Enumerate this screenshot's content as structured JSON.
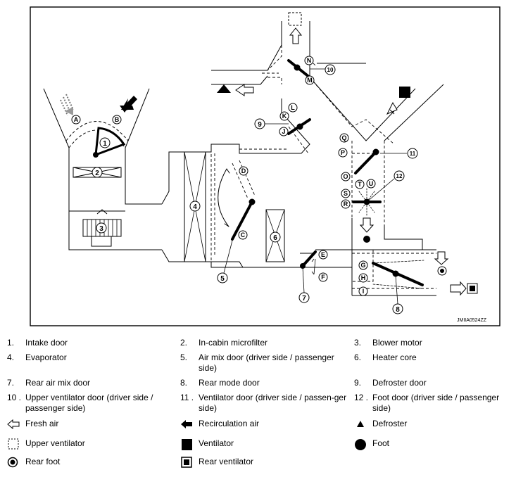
{
  "diagram": {
    "code": "JMIIA0524ZZ",
    "letters": [
      "A",
      "B",
      "C",
      "D",
      "E",
      "F",
      "G",
      "H",
      "I",
      "J",
      "K",
      "L",
      "M",
      "N",
      "O",
      "P",
      "Q",
      "R",
      "S",
      "T",
      "U"
    ],
    "numbers": [
      "1",
      "2",
      "3",
      "4",
      "5",
      "6",
      "7",
      "8",
      "9",
      "10",
      "11",
      "12"
    ]
  },
  "legend": {
    "parts": [
      {
        "num": "1.",
        "label": "Intake door"
      },
      {
        "num": "2.",
        "label": "In-cabin microfilter"
      },
      {
        "num": "3.",
        "label": "Blower motor"
      },
      {
        "num": "4.",
        "label": "Evaporator"
      },
      {
        "num": "5.",
        "label": "Air mix door (driver side / passenger side)"
      },
      {
        "num": "6.",
        "label": "Heater core"
      },
      {
        "num": "7.",
        "label": "Rear air mix door"
      },
      {
        "num": "8.",
        "label": "Rear mode door"
      },
      {
        "num": "9.",
        "label": "Defroster door"
      },
      {
        "num": "10 .",
        "label": "Upper ventilator door (driver side / passenger side)"
      },
      {
        "num": "11 .",
        "label": "Ventilator door (driver side / passen-ger side)"
      },
      {
        "num": "12 .",
        "label": "Foot door (driver side / passenger side)"
      }
    ],
    "symbols": [
      {
        "icon": "fresh-air-arrow-icon",
        "label": "Fresh air"
      },
      {
        "icon": "recirculation-arrow-icon",
        "label": "Recirculation air"
      },
      {
        "icon": "triangle-icon",
        "label": "Defroster"
      },
      {
        "icon": "dashed-square-icon",
        "label": "Upper ventilator"
      },
      {
        "icon": "filled-square-icon",
        "label": "Ventilator"
      },
      {
        "icon": "filled-circle-icon",
        "label": "Foot"
      },
      {
        "icon": "circle-dot-icon",
        "label": "Rear foot"
      },
      {
        "icon": "square-in-square-icon",
        "label": "Rear ventilator"
      }
    ]
  }
}
